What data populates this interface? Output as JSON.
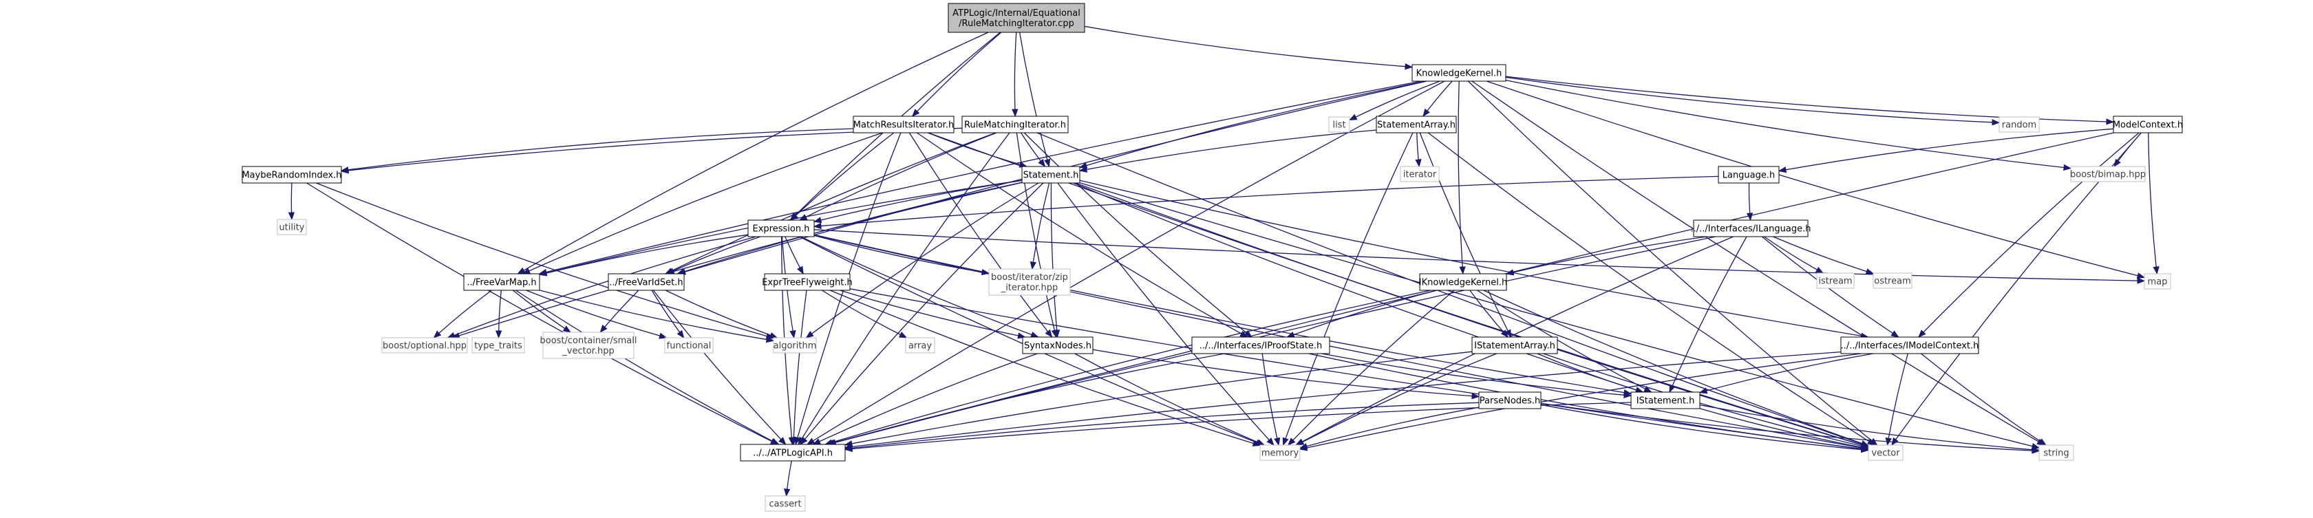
{
  "colors": {
    "edge": "#191970",
    "node_border_local": "#000000",
    "node_border_system": "#bfbfbf",
    "node_fill": "#ffffff",
    "root_fill": "#bfbfbf",
    "text_local": "#000000",
    "text_system": "#404040"
  },
  "nodes": [
    {
      "id": "root",
      "kind": "root",
      "lines": [
        "ATPLogic/Internal/Equational",
        "/RuleMatchingIterator.cpp"
      ]
    },
    {
      "id": "kk",
      "kind": "local",
      "lines": [
        "KnowledgeKernel.h"
      ]
    },
    {
      "id": "mri",
      "kind": "local",
      "lines": [
        "MatchResultsIterator.h"
      ]
    },
    {
      "id": "rmi",
      "kind": "local",
      "lines": [
        "RuleMatchingIterator.h"
      ]
    },
    {
      "id": "list",
      "kind": "system",
      "lines": [
        "list"
      ]
    },
    {
      "id": "sa",
      "kind": "local",
      "lines": [
        "StatementArray.h"
      ]
    },
    {
      "id": "random",
      "kind": "system",
      "lines": [
        "random"
      ]
    },
    {
      "id": "mc",
      "kind": "local",
      "lines": [
        "ModelContext.h"
      ]
    },
    {
      "id": "mbri",
      "kind": "local",
      "lines": [
        "MaybeRandomIndex.h"
      ]
    },
    {
      "id": "stmt",
      "kind": "local",
      "lines": [
        "Statement.h"
      ]
    },
    {
      "id": "iterator",
      "kind": "system",
      "lines": [
        "iterator"
      ]
    },
    {
      "id": "bimap",
      "kind": "system",
      "lines": [
        "boost/bimap.hpp"
      ]
    },
    {
      "id": "lang",
      "kind": "local",
      "lines": [
        "Language.h"
      ]
    },
    {
      "id": "utility",
      "kind": "system",
      "lines": [
        "utility"
      ]
    },
    {
      "id": "expr",
      "kind": "local",
      "lines": [
        "Expression.h"
      ]
    },
    {
      "id": "ilang",
      "kind": "local",
      "lines": [
        "../../Interfaces/ILanguage.h"
      ]
    },
    {
      "id": "efw",
      "kind": "local",
      "lines": [
        "ExprTreeFlyweight.h"
      ]
    },
    {
      "id": "zip",
      "kind": "system",
      "lines": [
        "boost/iterator/zip",
        "_iterator.hpp"
      ]
    },
    {
      "id": "map",
      "kind": "system",
      "lines": [
        "map"
      ]
    },
    {
      "id": "fvm",
      "kind": "local",
      "lines": [
        "../FreeVarMap.h"
      ]
    },
    {
      "id": "fvs",
      "kind": "local",
      "lines": [
        "../FreeVarIdSet.h"
      ]
    },
    {
      "id": "ikk",
      "kind": "local",
      "lines": [
        "IKnowledgeKernel.h"
      ]
    },
    {
      "id": "istream",
      "kind": "system",
      "lines": [
        "istream"
      ]
    },
    {
      "id": "ostream",
      "kind": "system",
      "lines": [
        "ostream"
      ]
    },
    {
      "id": "optional",
      "kind": "system",
      "lines": [
        "boost/optional.hpp"
      ]
    },
    {
      "id": "traits",
      "kind": "system",
      "lines": [
        "type_traits"
      ]
    },
    {
      "id": "small",
      "kind": "system",
      "lines": [
        "boost/container/small",
        "_vector.hpp"
      ]
    },
    {
      "id": "functional",
      "kind": "system",
      "lines": [
        "functional"
      ]
    },
    {
      "id": "algorithm",
      "kind": "system",
      "lines": [
        "algorithm"
      ]
    },
    {
      "id": "array",
      "kind": "system",
      "lines": [
        "array"
      ]
    },
    {
      "id": "sn",
      "kind": "local",
      "lines": [
        "SyntaxNodes.h"
      ]
    },
    {
      "id": "ips",
      "kind": "local",
      "lines": [
        "../../Interfaces/IProofState.h"
      ]
    },
    {
      "id": "isa",
      "kind": "local",
      "lines": [
        "IStatementArray.h"
      ]
    },
    {
      "id": "imc",
      "kind": "local",
      "lines": [
        "../../Interfaces/IModelContext.h"
      ]
    },
    {
      "id": "pn",
      "kind": "local",
      "lines": [
        "ParseNodes.h"
      ]
    },
    {
      "id": "ist",
      "kind": "local",
      "lines": [
        "IStatement.h"
      ]
    },
    {
      "id": "api",
      "kind": "local",
      "lines": [
        "../../ATPLogicAPI.h"
      ]
    },
    {
      "id": "memory",
      "kind": "system",
      "lines": [
        "memory"
      ]
    },
    {
      "id": "vector",
      "kind": "system",
      "lines": [
        "vector"
      ]
    },
    {
      "id": "string",
      "kind": "system",
      "lines": [
        "string"
      ]
    },
    {
      "id": "cassert",
      "kind": "system",
      "lines": [
        "cassert"
      ]
    }
  ],
  "edges": [
    [
      "root",
      "kk"
    ],
    [
      "root",
      "mri"
    ],
    [
      "root",
      "rmi"
    ],
    [
      "root",
      "stmt"
    ],
    [
      "root",
      "expr"
    ],
    [
      "root",
      "fvm"
    ],
    [
      "kk",
      "list"
    ],
    [
      "kk",
      "sa"
    ],
    [
      "kk",
      "random"
    ],
    [
      "kk",
      "mc"
    ],
    [
      "kk",
      "bimap"
    ],
    [
      "kk",
      "stmt"
    ],
    [
      "kk",
      "ikk"
    ],
    [
      "kk",
      "map"
    ],
    [
      "kk",
      "vector"
    ],
    [
      "kk",
      "string"
    ],
    [
      "kk",
      "api"
    ],
    [
      "kk",
      "fvm"
    ],
    [
      "kk",
      "fvs"
    ],
    [
      "mri",
      "mbri"
    ],
    [
      "mri",
      "stmt"
    ],
    [
      "mri",
      "expr"
    ],
    [
      "mri",
      "sn"
    ],
    [
      "mri",
      "ips"
    ],
    [
      "mri",
      "fvm"
    ],
    [
      "mri",
      "api"
    ],
    [
      "mri",
      "vector"
    ],
    [
      "rmi",
      "stmt"
    ],
    [
      "rmi",
      "expr"
    ],
    [
      "rmi",
      "sn"
    ],
    [
      "rmi",
      "ips"
    ],
    [
      "rmi",
      "fvs"
    ],
    [
      "rmi",
      "api"
    ],
    [
      "rmi",
      "vector"
    ],
    [
      "rmi",
      "mbri"
    ],
    [
      "sa",
      "iterator"
    ],
    [
      "sa",
      "stmt"
    ],
    [
      "sa",
      "isa"
    ],
    [
      "sa",
      "memory"
    ],
    [
      "sa",
      "vector"
    ],
    [
      "mc",
      "lang"
    ],
    [
      "mc",
      "bimap"
    ],
    [
      "mc",
      "map"
    ],
    [
      "mc",
      "imc"
    ],
    [
      "mc",
      "vector"
    ],
    [
      "mc",
      "api"
    ],
    [
      "mbri",
      "utility"
    ],
    [
      "mbri",
      "api"
    ],
    [
      "mbri",
      "algorithm"
    ],
    [
      "stmt",
      "expr"
    ],
    [
      "stmt",
      "zip"
    ],
    [
      "stmt",
      "sn"
    ],
    [
      "stmt",
      "ist"
    ],
    [
      "stmt",
      "fvm"
    ],
    [
      "stmt",
      "fvs"
    ],
    [
      "stmt",
      "memory"
    ],
    [
      "stmt",
      "vector"
    ],
    [
      "stmt",
      "string"
    ],
    [
      "stmt",
      "api"
    ],
    [
      "stmt",
      "algorithm"
    ],
    [
      "stmt",
      "optional"
    ],
    [
      "stmt",
      "imc"
    ],
    [
      "lang",
      "ilang"
    ],
    [
      "lang",
      "expr"
    ],
    [
      "expr",
      "efw"
    ],
    [
      "expr",
      "zip"
    ],
    [
      "expr",
      "fvm"
    ],
    [
      "expr",
      "fvs"
    ],
    [
      "expr",
      "sn"
    ],
    [
      "expr",
      "ist"
    ],
    [
      "expr",
      "map"
    ],
    [
      "expr",
      "memory"
    ],
    [
      "expr",
      "vector"
    ],
    [
      "expr",
      "api"
    ],
    [
      "expr",
      "optional"
    ],
    [
      "expr",
      "algorithm"
    ],
    [
      "ilang",
      "ikk"
    ],
    [
      "ilang",
      "imc"
    ],
    [
      "ilang",
      "istream"
    ],
    [
      "ilang",
      "ostream"
    ],
    [
      "ilang",
      "ist"
    ],
    [
      "ilang",
      "api"
    ],
    [
      "ilang",
      "memory"
    ],
    [
      "efw",
      "array"
    ],
    [
      "efw",
      "sn"
    ],
    [
      "efw",
      "memory"
    ],
    [
      "efw",
      "api"
    ],
    [
      "efw",
      "vector"
    ],
    [
      "fvm",
      "optional"
    ],
    [
      "fvm",
      "traits"
    ],
    [
      "fvm",
      "small"
    ],
    [
      "fvm",
      "functional"
    ],
    [
      "fvm",
      "algorithm"
    ],
    [
      "fvm",
      "api"
    ],
    [
      "fvs",
      "small"
    ],
    [
      "fvs",
      "functional"
    ],
    [
      "fvs",
      "algorithm"
    ],
    [
      "fvs",
      "api"
    ],
    [
      "ikk",
      "ips"
    ],
    [
      "ikk",
      "isa"
    ],
    [
      "ikk",
      "ist"
    ],
    [
      "ikk",
      "memory"
    ],
    [
      "ikk",
      "api"
    ],
    [
      "ikk",
      "vector"
    ],
    [
      "sn",
      "pn"
    ],
    [
      "sn",
      "memory"
    ],
    [
      "sn",
      "api"
    ],
    [
      "ips",
      "ist"
    ],
    [
      "ips",
      "memory"
    ],
    [
      "ips",
      "api"
    ],
    [
      "ips",
      "vector"
    ],
    [
      "isa",
      "ist"
    ],
    [
      "isa",
      "memory"
    ],
    [
      "isa",
      "api"
    ],
    [
      "isa",
      "vector"
    ],
    [
      "imc",
      "ist"
    ],
    [
      "imc",
      "memory"
    ],
    [
      "imc",
      "vector"
    ],
    [
      "imc",
      "string"
    ],
    [
      "imc",
      "api"
    ],
    [
      "pn",
      "memory"
    ],
    [
      "pn",
      "vector"
    ],
    [
      "pn",
      "string"
    ],
    [
      "pn",
      "api"
    ],
    [
      "ist",
      "api"
    ],
    [
      "ist",
      "string"
    ],
    [
      "ist",
      "vector"
    ],
    [
      "api",
      "cassert"
    ]
  ]
}
